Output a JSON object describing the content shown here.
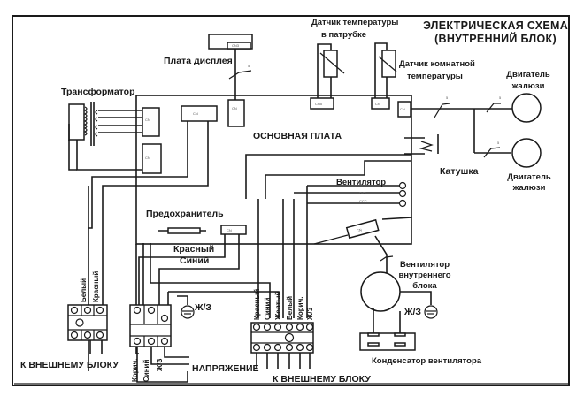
{
  "title": {
    "line1": "ЭЛЕКТРИЧЕСКАЯ СХЕМА",
    "line2": "(ВНУТРЕННИЙ БЛОК)"
  },
  "labels": {
    "display_board": "Плата дисплея",
    "pipe_sensor_line1": "Датчик температуры",
    "pipe_sensor_line2": "в патрубке",
    "room_sensor_line1": "Датчик комнатной",
    "room_sensor_line2": "температуры",
    "louver_motor_1_line1": "Двигатель",
    "louver_motor_1_line2": "жалюзи",
    "louver_motor_2_line1": "Двигатель",
    "louver_motor_2_line2": "жалюзи",
    "transformer": "Трансформатор",
    "main_board": "ОСНОВНАЯ ПЛАТА",
    "coil": "Катушка",
    "fan": "Вентилятор",
    "fuse": "Предохранитель",
    "red_wire": "Красный",
    "blue_wire": "Синий",
    "indoor_fan_line1": "Вентилятор",
    "indoor_fan_line2": "внутреннего",
    "indoor_fan_line3": "блока",
    "ground_1": "Ж/З",
    "ground_2": "Ж/З",
    "fan_capacitor": "Конденсатор вентилятора",
    "to_outdoor_1": "К ВНЕШНЕМУ БЛОКУ",
    "to_outdoor_2": "К ВНЕШНЕМУ БЛОКУ",
    "supply": "НАПРЯЖЕНИЕ"
  },
  "terminal_left": {
    "wires": [
      "Белый",
      "Красный"
    ]
  },
  "terminal_power": {
    "wires": [
      "Корич.",
      "Синий",
      "Ж/З"
    ]
  },
  "terminal_outdoor": {
    "wires": [
      "Красный",
      "Синий",
      "Желтый",
      "Белый",
      "Корич.",
      "Ж/З"
    ]
  }
}
